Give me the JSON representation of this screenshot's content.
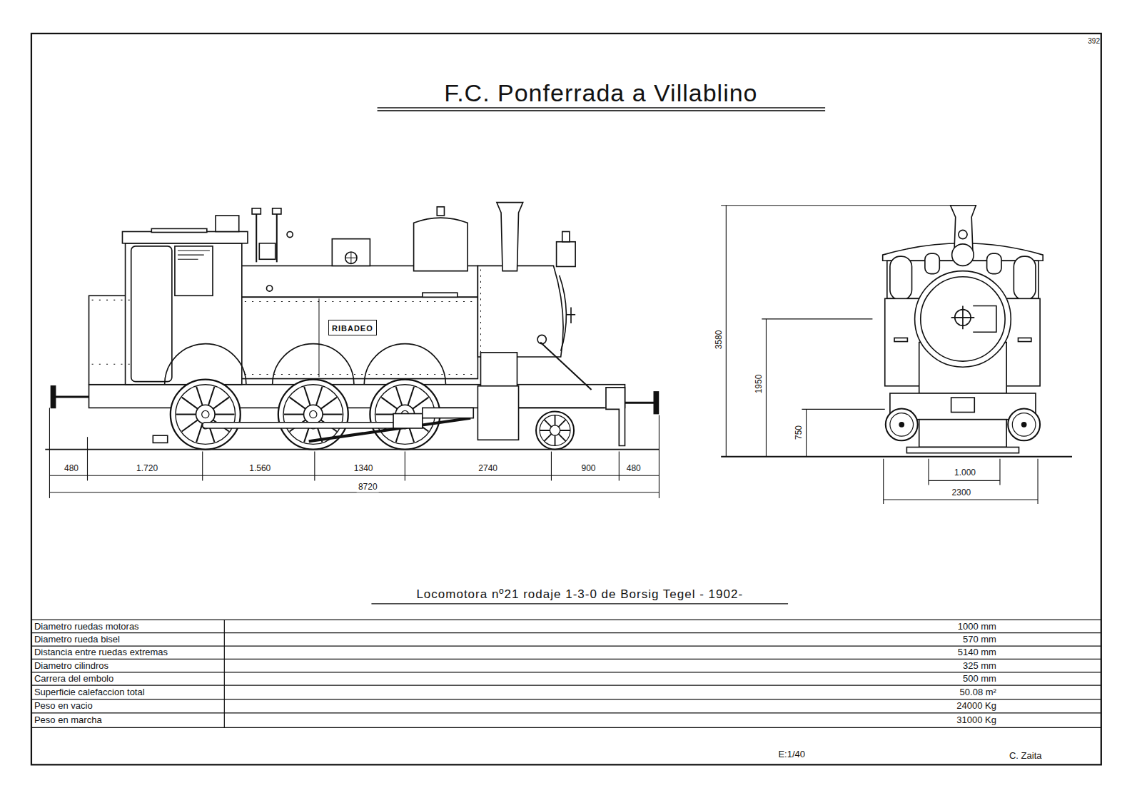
{
  "diagram": {
    "title": "F.C. Ponferrada a Villablino",
    "caption": "Locomotora nº21 rodaje 1-3-0 de Borsig Tegel - 1902-",
    "nodes": [
      {
        "text": [
          "RIBADEO"
        ]
      }
    ],
    "labels": [
      "392",
      "480",
      "1.720",
      "1.560",
      "1340",
      "2740",
      "900",
      "480",
      "8720",
      "3580",
      "1950",
      "750",
      "1.000",
      "2300",
      "Diametro ruedas motoras",
      "Diametro rueda bisel",
      "Distancia entre ruedas extremas",
      "Diametro cilindros",
      "Carrera del embolo",
      "Superficie calefaccion total",
      "Peso en vacio",
      "Peso en marcha",
      "1000 mm",
      "570 mm",
      "5140 mm",
      "325 mm",
      "500 mm",
      "50.08 m²",
      "24000 Kg",
      "31000 Kg",
      "E:1/40",
      "C. Zaita"
    ]
  }
}
